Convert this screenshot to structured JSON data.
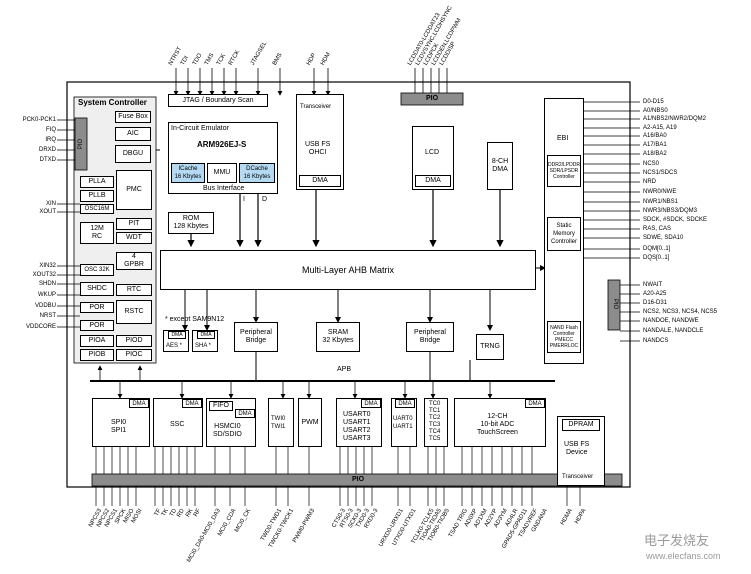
{
  "top_pins": [
    "NTRST",
    "TDI",
    "TDO",
    "TMS",
    "TCK",
    "RTCK",
    "JTAGSEL",
    "BMS",
    "HDP",
    "HDM",
    "LCDDAT0-LCDDAT23",
    "LCDVSYNC,LCDHSYNC",
    "LCDPCK",
    "LCDDEN,LCDPWM",
    "LCDDISP"
  ],
  "left_pins_top": [
    "PCK0-PCK1",
    "FIQ",
    "IRQ",
    "DRXD",
    "DTXD",
    "XIN",
    "XOUT"
  ],
  "left_pins_bottom": [
    "XIN32",
    "XOUT32",
    "SHDN",
    "WKUP",
    "VDDBU",
    "NRST",
    "VDDCORE"
  ],
  "right_pins": [
    "D0-D15",
    "A0/NBS0",
    "A1/NBS2/NWR2/DQM2",
    "A2-A15, A19",
    "A16/BA0",
    "A17/BA1",
    "A18/BA2",
    "NCS0",
    "NCS1/SDCS",
    "NRD",
    "NWR0/NWE",
    "NWR1/NBS1",
    "NWR3/NBS3/DQM3",
    "SDCK, #SDCK, SDCKE",
    "RAS, CAS",
    "SDWE, SDA10",
    "DQM[0..1]",
    "DQS[0..1]",
    "NWAIT",
    "A20-A25",
    "D16-D31",
    "NCS2, NCS3, NCS4, NCS5",
    "NANDOE, NANDWE",
    "NANDALE, NANDCLE",
    "NANDCS"
  ],
  "bottom_pins": [
    "NPCS3",
    "NPCS2",
    "NPCS1",
    "SPCK",
    "MISO",
    "MOSI",
    "TF",
    "TK",
    "TD",
    "RD",
    "RK",
    "RF",
    "MCI0_DA0-MCI0_DA3",
    "MCI0_CDA",
    "MCI0_CK",
    "TWD0-TWD1",
    "TWCK0-TWCK1",
    "PWM0-PWM3",
    "CTS0-3",
    "RTS0-3",
    "SCK0-3",
    "TXD0-3",
    "RXD0-3",
    "URXD0-URXD1",
    "UTXD0-UTXD1",
    "TCLK0-TCLK5",
    "TIOA0-TIOA5",
    "TIOB0-TIOB5",
    "TSAD TRIG",
    "AD0XP",
    "AD1XM",
    "AD2YP",
    "AD3YM",
    "AD4LR",
    "GPAD5-GPAD11",
    "TSADVREF",
    "GNDANA",
    "HDMA",
    "HDPA"
  ],
  "system_controller": {
    "title": "System Controller",
    "pio": "PIO",
    "fuse_box": "Fuse Box",
    "aic": "AIC",
    "dbgu": "DBGU",
    "plla": "PLLA",
    "pllb": "PLLB",
    "osc16m": "OSC16M",
    "pmc": "PMC",
    "rc12m": "12M\nRC",
    "pit": "PIT",
    "wdt": "WDT",
    "gpbr": "4\nGPBR",
    "osc32k": "OSC 32K",
    "rtc": "RTC",
    "shdc": "SHDC",
    "rstc": "RSTC",
    "por1": "POR",
    "por2": "POR",
    "pioa": "PIOA",
    "piod": "PIOD",
    "piob": "PIOB",
    "pioc": "PIOC"
  },
  "jtag": "JTAG / Boundary Scan",
  "ice": "In-Circuit Emulator",
  "cpu": "ARM926EJ-S",
  "icache": "ICache\n16 Kbytes",
  "mmu": "MMU",
  "dcache": "DCache\n16 Kbytes",
  "bus_interface": "Bus Interface",
  "bus_i": "I",
  "bus_d": "D",
  "rom": "ROM\n128 Kbytes",
  "transceiver": "Transceiver",
  "usb_host": "USB FS\nOHCI",
  "dma": "DMA",
  "pio": "PIO",
  "lcd": "LCD",
  "dma8": "8-CH\nDMA",
  "ebi": {
    "title": "EBI",
    "ddr": "DDR2/LPDDR\nSDR/LPSDR\nController",
    "smc": "Static\nMemory\nController",
    "nand": "NAND Flash\nController\nPMECC\nPMERRLOC"
  },
  "matrix": "Multi-Layer AHB Matrix",
  "except_note": "* except SAM9N12",
  "aes": "AES *",
  "sha": "SHA *",
  "periph_bridge": "Peripheral\nBridge",
  "sram": "SRAM\n32 Kbytes",
  "trng": "TRNG",
  "apb": "APB",
  "spi": "SPI0\nSPI1",
  "ssc": "SSC",
  "fifo": "FIFO",
  "hsmci": "HSMCI0\nSD/SDIO",
  "twi": "TWI0\nTWI1",
  "pwm": "PWM",
  "usart": "USART0\nUSART1\nUSART2\nUSART3",
  "uart": "UART0\nUART1",
  "tc": "TC0\nTC1\nTC2\nTC3\nTC4\nTC5",
  "adc": "12-CH\n10-bit ADC\nTouchScreen",
  "dpram": "DPRAM",
  "usb_device": "USB FS\nDevice",
  "pio_bottom": "PIO",
  "watermark": "电子发烧友",
  "watermark_url": "www.elecfans.com"
}
